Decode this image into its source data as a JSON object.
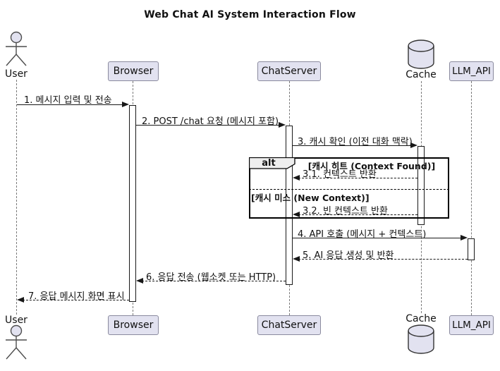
{
  "diagram": {
    "title": "Web Chat AI System Interaction Flow",
    "kind": "uml-sequence-diagram"
  },
  "participants": [
    {
      "name": "User",
      "type": "actor"
    },
    {
      "name": "Browser",
      "type": "box"
    },
    {
      "name": "ChatServer",
      "type": "box"
    },
    {
      "name": "Cache",
      "type": "database"
    },
    {
      "name": "LLM_API",
      "type": "box"
    }
  ],
  "messages": [
    {
      "seq": "1",
      "label": "1. 메시지 입력 및 전송",
      "from": "User",
      "to": "Browser",
      "style": "solid"
    },
    {
      "seq": "2",
      "label": "2. POST /chat 요청 (메시지 포함)",
      "from": "Browser",
      "to": "ChatServer",
      "style": "solid"
    },
    {
      "seq": "3",
      "label": "3. 캐시 확인 (이전 대화 맥락)",
      "from": "ChatServer",
      "to": "Cache",
      "style": "solid"
    },
    {
      "seq": "3.1",
      "label": "3.1. 컨텍스트 반환",
      "from": "Cache",
      "to": "ChatServer",
      "style": "dashed"
    },
    {
      "seq": "3.2",
      "label": "3.2. 빈 컨텍스트 반환",
      "from": "Cache",
      "to": "ChatServer",
      "style": "dashed"
    },
    {
      "seq": "4",
      "label": "4. API 호출 (메시지 + 컨텍스트)",
      "from": "ChatServer",
      "to": "LLM_API",
      "style": "solid"
    },
    {
      "seq": "5",
      "label": "5. AI 응답 생성 및 반환",
      "from": "LLM_API",
      "to": "ChatServer",
      "style": "dashed"
    },
    {
      "seq": "6",
      "label": "6. 응답 전송 (웹소켓 또는 HTTP)",
      "from": "ChatServer",
      "to": "Browser",
      "style": "dashed"
    },
    {
      "seq": "7",
      "label": "7. 응답 메시지 화면 표시",
      "from": "Browser",
      "to": "User",
      "style": "dashed"
    }
  ],
  "alt_fragment": {
    "operator": "alt",
    "guards": [
      "[캐시 히트 (Context Found)]",
      "[캐시 미스 (New Context)]"
    ]
  },
  "colors": {
    "background": "#FFFFFF",
    "participant_fill": "#E2E2F0",
    "participant_border": "#8A8A9E",
    "message_line": "#181818",
    "lifeline": "#7A7A7A",
    "frame_border": "#000000",
    "operator_tab_fill": "#EEEEEE",
    "text": "#111111"
  }
}
